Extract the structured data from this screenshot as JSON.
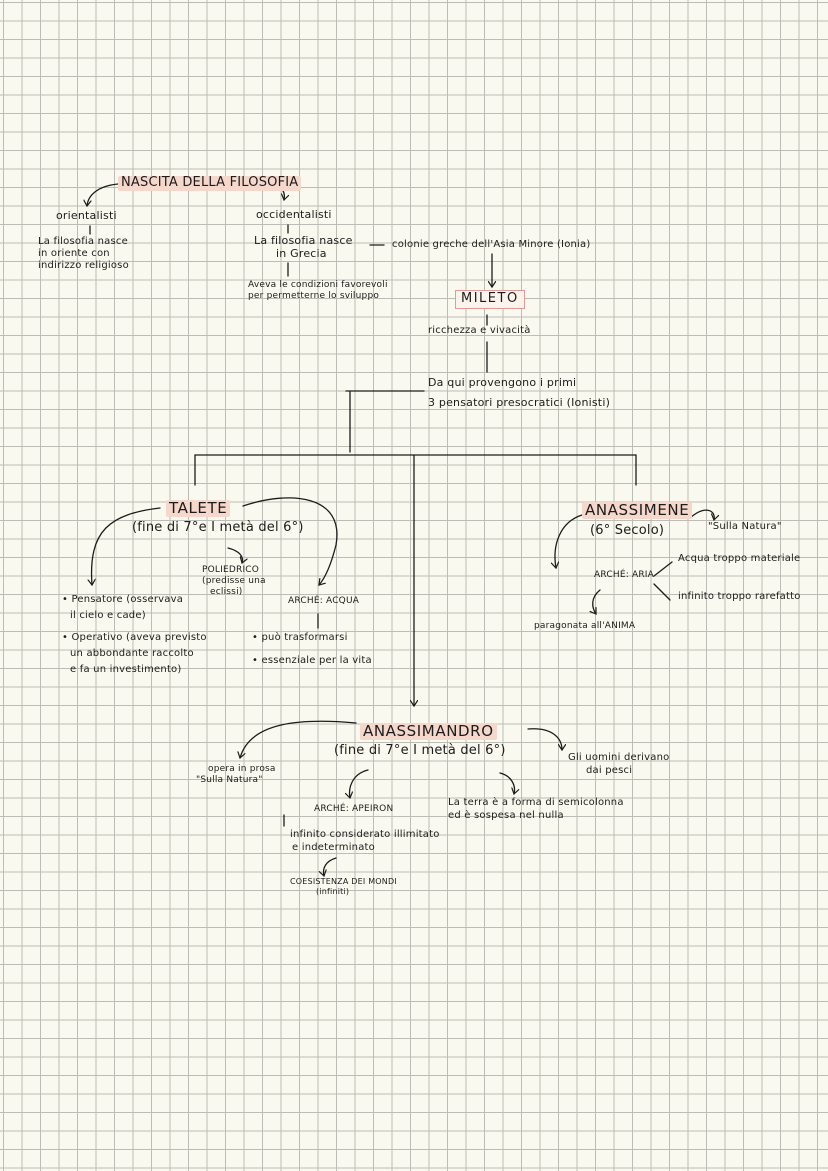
{
  "root": "NASCITA DELLA FILOSOFIA",
  "orientalisti": {
    "title": "orientalisti",
    "line1": "La filosofia nasce",
    "line2": "in oriente con",
    "line3": "indirizzo religioso"
  },
  "occidentalisti": {
    "title": "occidentalisti",
    "nasce1": "La filosofia nasce",
    "nasce2": "in Grecia",
    "cond1": "Aveva le condizioni favorevoli",
    "cond2": "per permetterne lo sviluppo",
    "colonie": "colonie greche dell'Asia Minore (Ionia)"
  },
  "mileto": {
    "name": "MILETO",
    "desc": "ricchezza e vivacità",
    "pensatori1": "Da qui provengono i primi",
    "pensatori2": "3 pensatori presocratici (Ionisti)"
  },
  "talete": {
    "name": "TALETE",
    "period": "(fine di 7°e I metà del 6°)",
    "poliedrico1": "POLIEDRICO",
    "poliedrico2": "(predisse una",
    "poliedrico3": "eclissi)",
    "pensatore1": "• Pensatore (osservava",
    "pensatore2": "il cielo e cade)",
    "operativo1": "• Operativo (aveva previsto",
    "operativo2": "un abbondante raccolto",
    "operativo3": "e fa un investimento)",
    "arche": "ARCHÉ: ACQUA",
    "acqua1": "• può trasformarsi",
    "acqua2": "• essenziale per la vita"
  },
  "anassimene": {
    "name": "ANASSIMENE",
    "period": "(6° Secolo)",
    "opera": "\"Sulla Natura\"",
    "arche": "ARCHÉ: ARIA",
    "acqua": "Acqua troppo materiale",
    "infinito": "infinito troppo rarefatto",
    "anima": "paragonata all'ANIMA"
  },
  "anassimandro": {
    "name": "ANASSIMANDRO",
    "period": "(fine di 7°e I metà del 6°)",
    "opera1": "opera in prosa",
    "opera2": "\"Sulla Natura\"",
    "uomini1": "Gli uomini derivano",
    "uomini2": "dai pesci",
    "arche": "ARCHÉ: APEIRON",
    "infinito1": "infinito considerato illimitato",
    "infinito2": "e indeterminato",
    "coesistenza1": "COESISTENZA DEI MONDI",
    "coesistenza2": "(infiniti)",
    "terra1": "La terra è a forma di semicolonna",
    "terra2": "ed è sospesa nel nulla"
  }
}
